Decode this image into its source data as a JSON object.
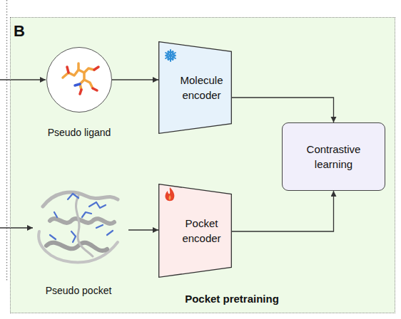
{
  "diagram": {
    "nodes": [
      {
        "text": [
          "B",
          "Pocket pretraining"
        ]
      },
      {
        "text": [
          "Pseudo ligand"
        ],
        "in": 0
      },
      {
        "text": [
          "Molecule encoder"
        ],
        "in": 0
      },
      {
        "text": [
          "Contrastive learning"
        ],
        "in": 0
      },
      {
        "text": [
          "Pseudo pocket"
        ],
        "in": 0
      },
      {
        "text": [
          "Pocket encoder"
        ],
        "in": 0
      }
    ],
    "edges": [
      {
        "from": 1,
        "to": 2,
        "arrow": "to"
      },
      {
        "from": 2,
        "to": 3,
        "arrow": "to"
      },
      {
        "from": 4,
        "to": 5,
        "arrow": "to"
      },
      {
        "from": 5,
        "to": 3,
        "arrow": "to"
      }
    ]
  }
}
